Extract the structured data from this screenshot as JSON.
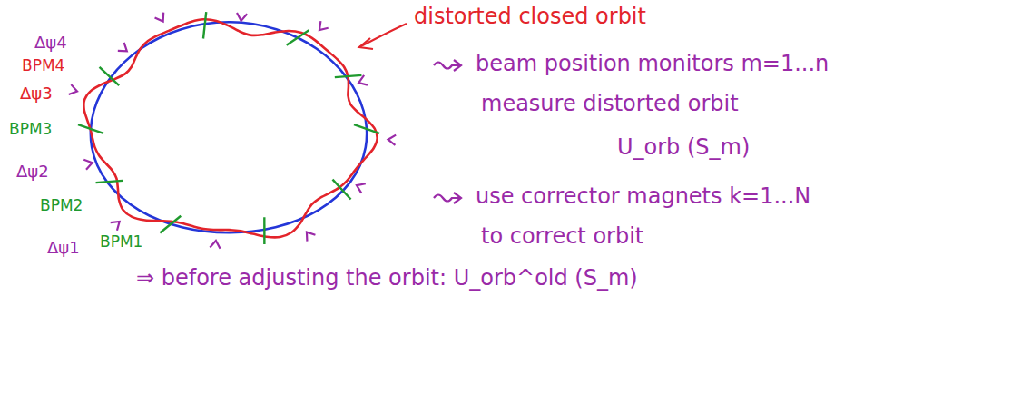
{
  "diagram": {
    "labels": [
      "distorted closed orbit",
      "Δψ4",
      "BPM4",
      "Δψ3",
      "BPM3",
      "Δψ2",
      "BPM2",
      "Δψ1",
      "BPM1",
      "beam position monitors m=1...n",
      "measure distorted orbit",
      "U_orb (S_m)",
      "use corrector magnets k=1...N",
      "to correct orbit",
      "⇒ before adjusting the orbit: U_orb^old (S_m)"
    ]
  }
}
